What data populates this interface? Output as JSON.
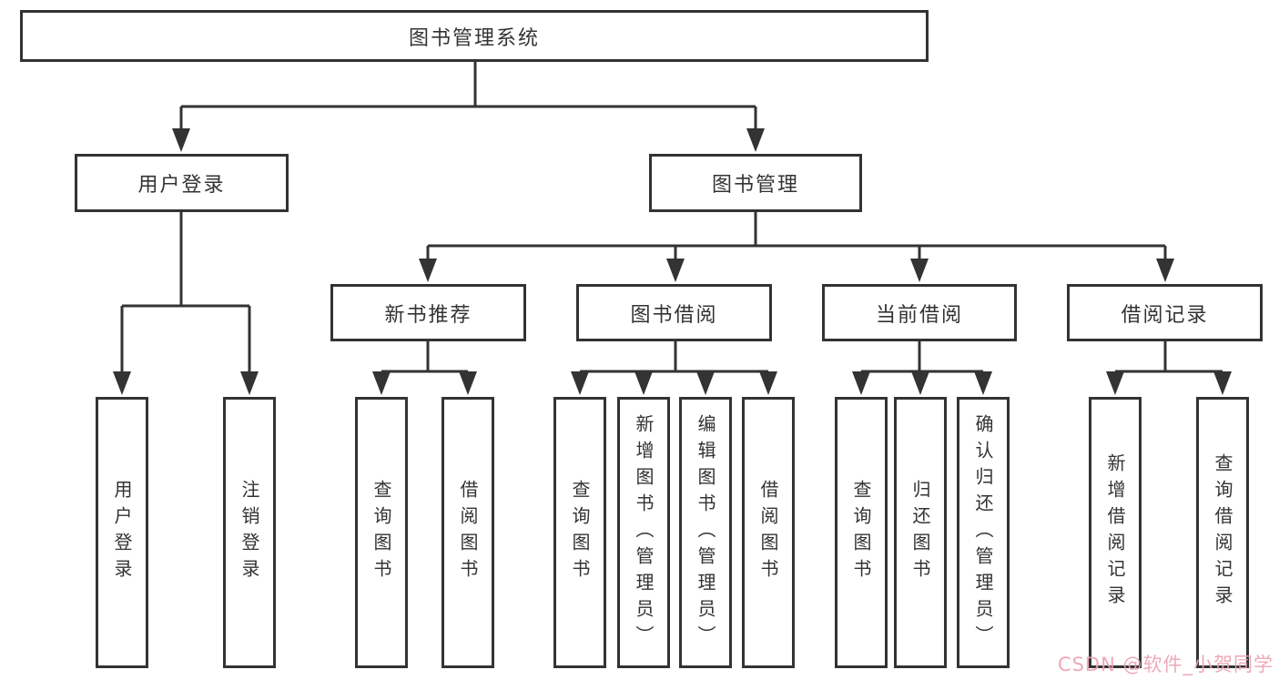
{
  "diagram": {
    "type": "tree",
    "title": "图书管理系统",
    "tree": {
      "label": "图书管理系统",
      "children": [
        {
          "label": "用户登录",
          "children": [
            {
              "label": "用户登录"
            },
            {
              "label": "注销登录"
            }
          ]
        },
        {
          "label": "图书管理",
          "children": [
            {
              "label": "新书推荐",
              "children": [
                {
                  "label": "查询图书"
                },
                {
                  "label": "借阅图书"
                }
              ]
            },
            {
              "label": "图书借阅",
              "children": [
                {
                  "label": "查询图书"
                },
                {
                  "label": "新增图书（管理员）"
                },
                {
                  "label": "编辑图书（管理员）"
                },
                {
                  "label": "借阅图书"
                }
              ]
            },
            {
              "label": "当前借阅",
              "children": [
                {
                  "label": "查询图书"
                },
                {
                  "label": "归还图书"
                },
                {
                  "label": "确认归还（管理员）"
                }
              ]
            },
            {
              "label": "借阅记录",
              "children": [
                {
                  "label": "新增借阅记录"
                },
                {
                  "label": "查询借阅记录"
                }
              ]
            }
          ]
        }
      ]
    }
  },
  "watermark": {
    "text": "CSDN @软件_小贺同学",
    "color": "#eca3b1"
  },
  "colors": {
    "line": "#333333",
    "box_border": "#333333",
    "box_fill": "#ffffff",
    "text": "#333333",
    "background": "#ffffff"
  }
}
